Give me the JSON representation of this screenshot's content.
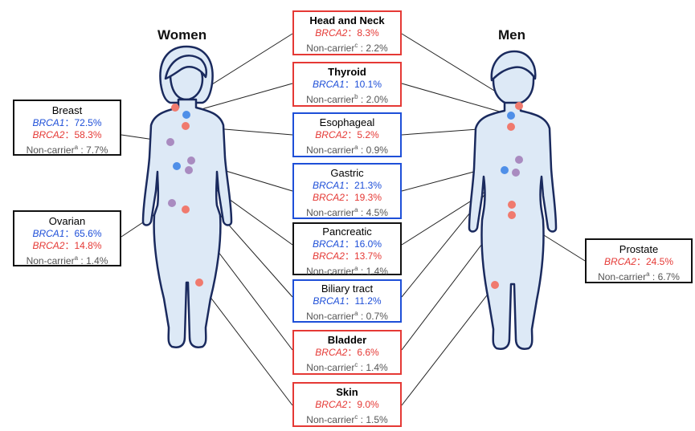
{
  "headings": {
    "women": "Women",
    "men": "Men"
  },
  "cancers": {
    "head_neck": {
      "title": "Head and Neck",
      "brca2": "8.3%",
      "noncarrier": "2.2%",
      "nc_sup": "c"
    },
    "thyroid": {
      "title": "Thyroid",
      "brca1": "10.1%",
      "noncarrier": "2.0%",
      "nc_sup": "b"
    },
    "esophageal": {
      "title": "Esophageal",
      "brca2": "5.2%",
      "noncarrier": "0.9%",
      "nc_sup": "a"
    },
    "gastric": {
      "title": "Gastric",
      "brca1": "21.3%",
      "brca2": "19.3%",
      "noncarrier": "4.5%",
      "nc_sup": "a"
    },
    "pancreatic": {
      "title": "Pancreatic",
      "brca1": "16.0%",
      "brca2": "13.7%",
      "noncarrier": "1.4%",
      "nc_sup": "a"
    },
    "biliary": {
      "title": "Biliary tract",
      "brca1": "11.2%",
      "noncarrier": "0.7%",
      "nc_sup": "a"
    },
    "bladder": {
      "title": "Bladder",
      "brca2": "6.6%",
      "noncarrier": "1.4%",
      "nc_sup": "c"
    },
    "skin": {
      "title": "Skin",
      "brca2": "9.0%",
      "noncarrier": "1.5%",
      "nc_sup": "c"
    },
    "breast": {
      "title": "Breast",
      "brca1": "72.5%",
      "brca2": "58.3%",
      "noncarrier": "7.7%",
      "nc_sup": "a"
    },
    "ovarian": {
      "title": "Ovarian",
      "brca1": "65.6%",
      "brca2": "14.8%",
      "noncarrier": "1.4%",
      "nc_sup": "a"
    },
    "prostate": {
      "title": "Prostate",
      "brca2": "24.5%",
      "noncarrier": "6.7%",
      "nc_sup": "a"
    }
  },
  "labels": {
    "brca1": "BRCA1",
    "brca2": "BRCA2",
    "noncarrier": "Non-carrier",
    "sep": "：",
    "sep_nc": " : "
  },
  "colors": {
    "brca1": "#1e4fd8",
    "brca2": "#e53935",
    "mixed": "#a98bc0",
    "body_fill": "#dde9f6",
    "body_stroke": "#1a2a5e"
  }
}
